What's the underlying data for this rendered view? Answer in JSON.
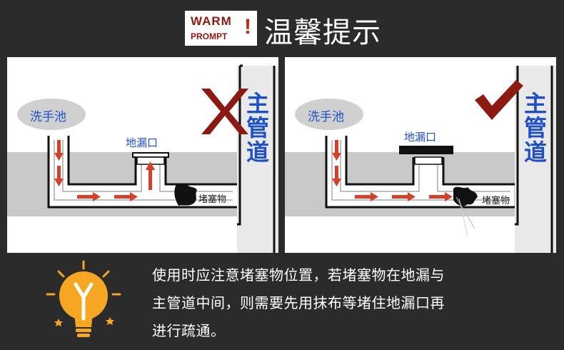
{
  "header": {
    "badge_line1": "WARM",
    "badge_line2": "PROMPT",
    "badge_mark": "!",
    "title": "温馨提示"
  },
  "panels": [
    {
      "status_icon": "cross-mark-icon",
      "status_color": "#8b1a12",
      "sink_label": "洗手池",
      "drain_label": "地漏口",
      "blockage_label": "堵塞物",
      "main_pipe_label": [
        "主",
        "管",
        "道"
      ]
    },
    {
      "status_icon": "check-mark-icon",
      "status_color": "#8b1a12",
      "sink_label": "洗手池",
      "drain_label": "地漏口",
      "blockage_label": "堵塞物",
      "main_pipe_label": [
        "主",
        "管",
        "道"
      ]
    }
  ],
  "notice": {
    "lines": [
      "使用时应注意堵塞物位置，若堵塞物在地漏与",
      "主管道中间，则需要先用抹布等堵住地漏口再",
      "进行疏通。"
    ]
  },
  "colors": {
    "background": "#2b2b2b",
    "accent_red": "#8b1a12",
    "label_blue": "#1f4fc4",
    "arrow_red": "#d4412a",
    "bulb_yellow": "#f5a623"
  }
}
